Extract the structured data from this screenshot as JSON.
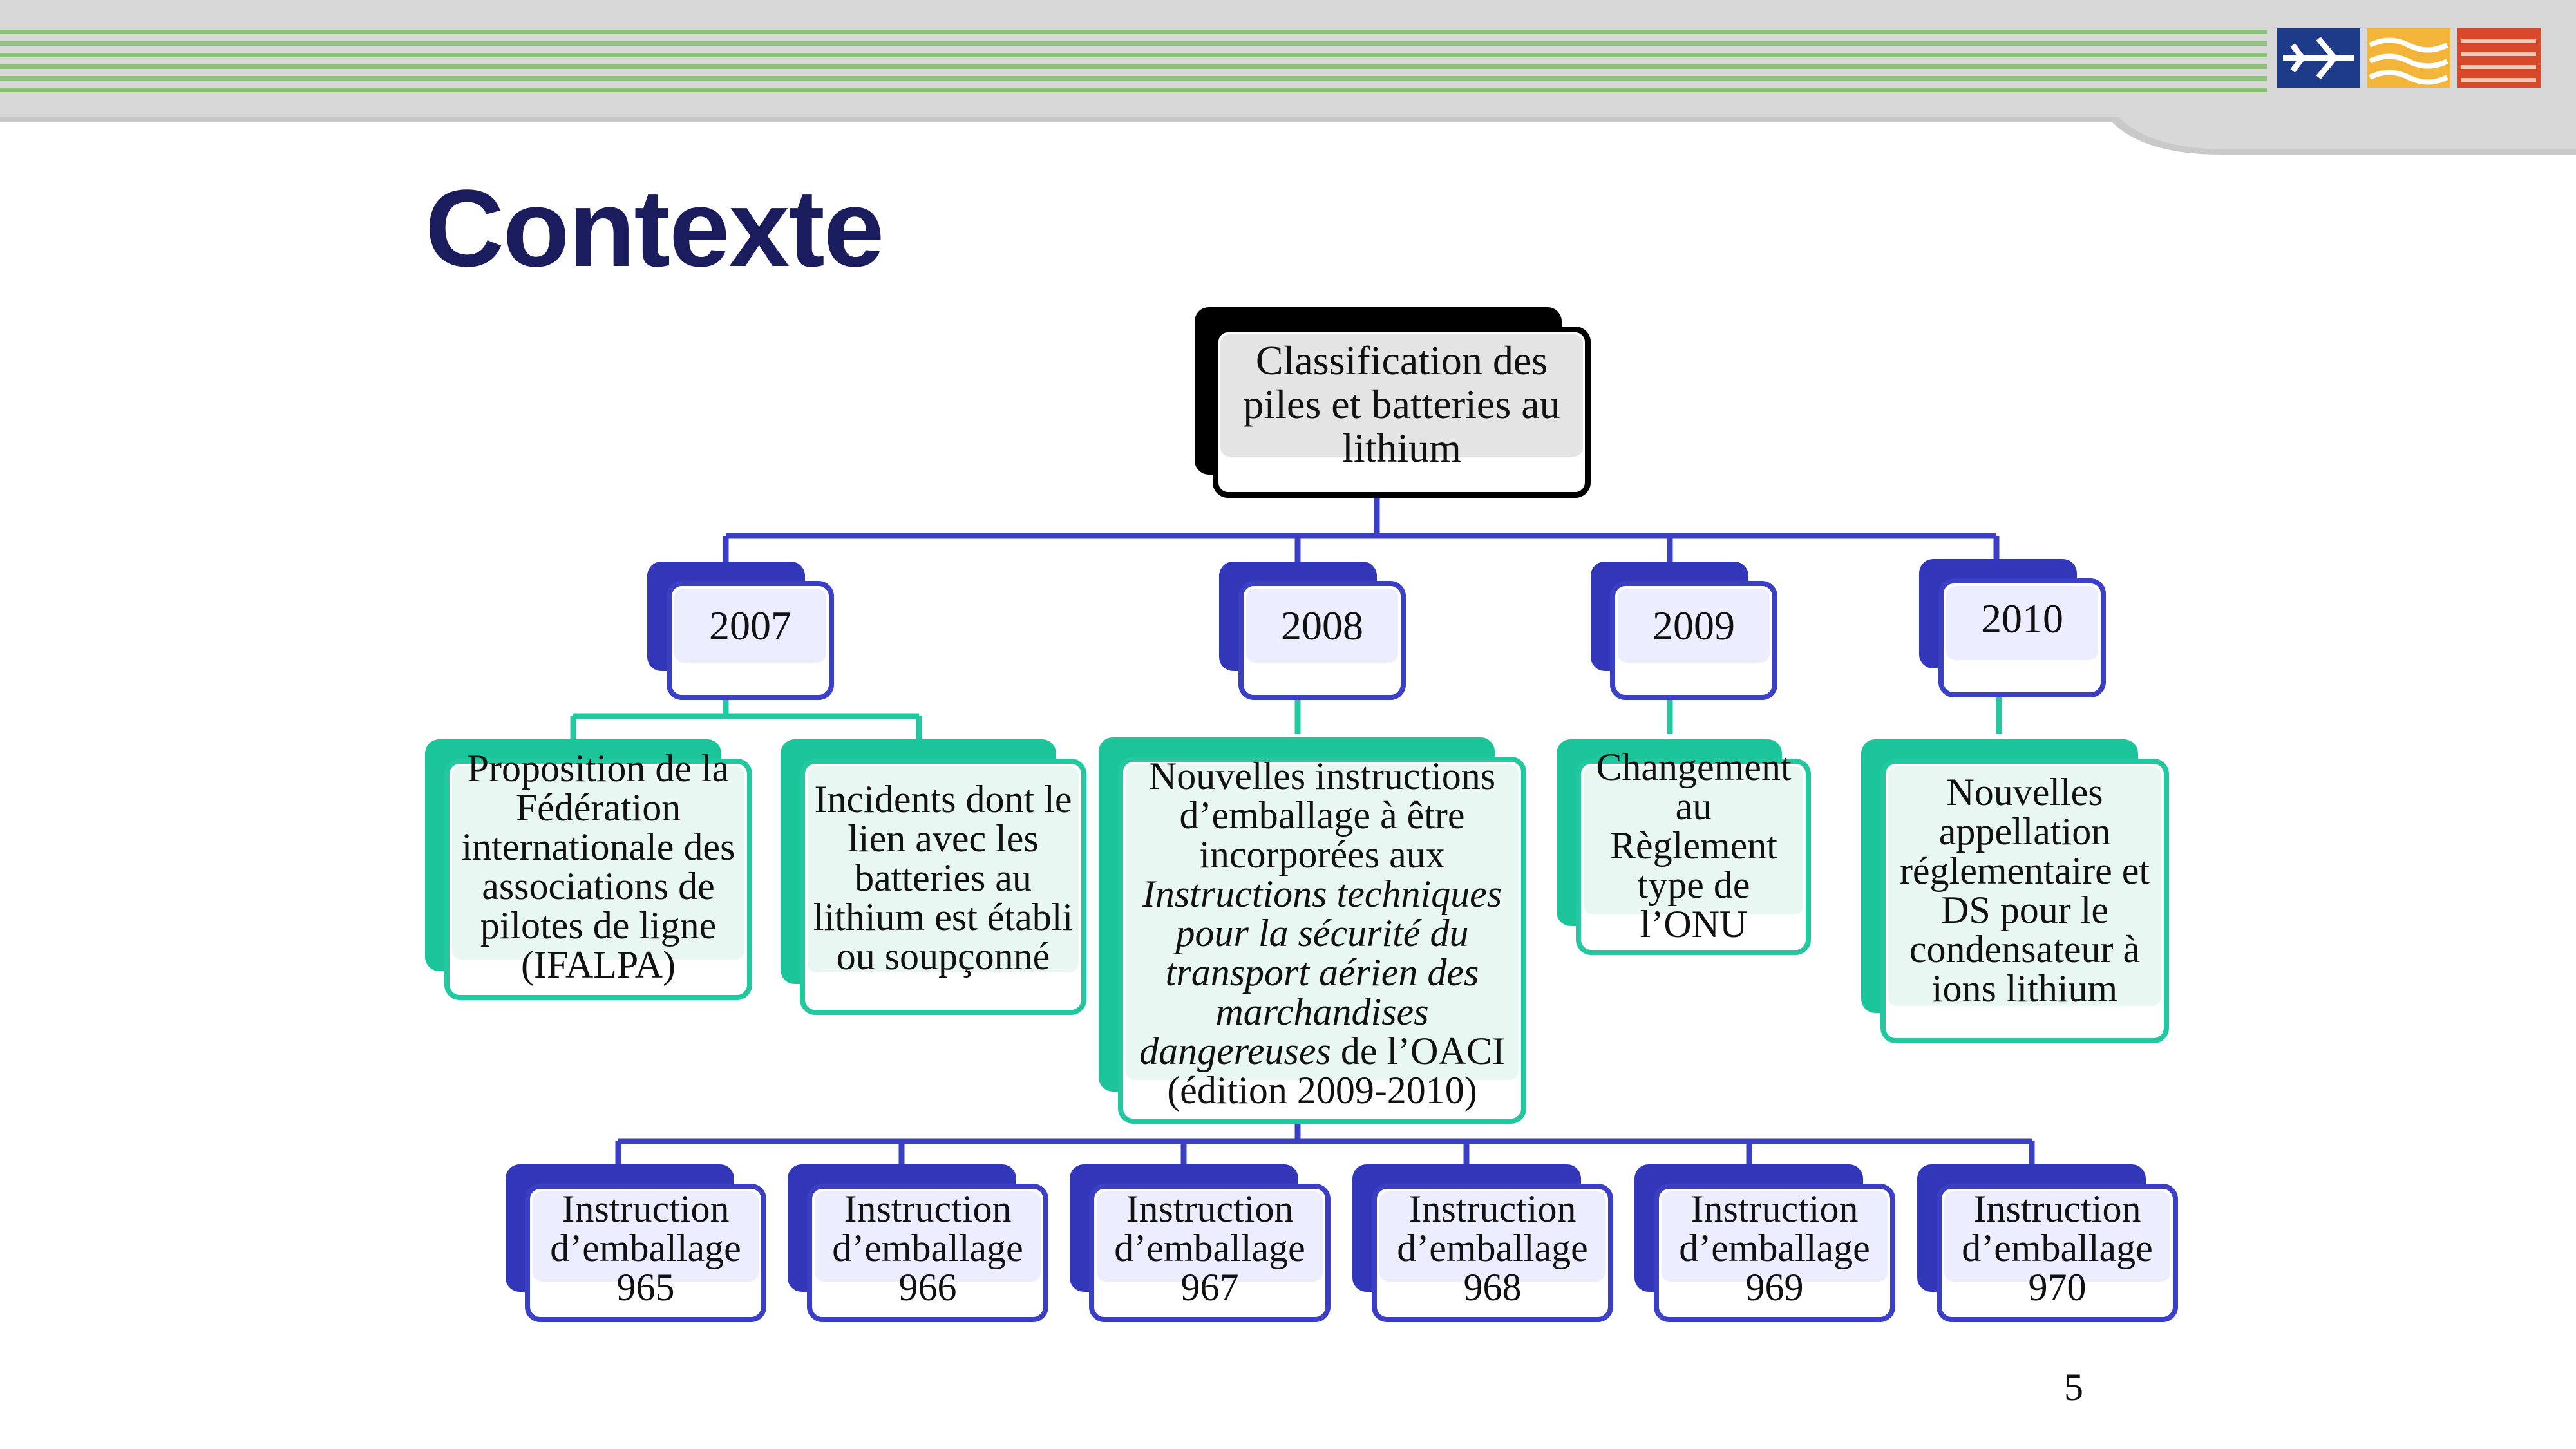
{
  "slide": {
    "title": "Contexte",
    "page_number": "5"
  },
  "colors": {
    "title": "#1a1c5e",
    "year_border": "#3a3fc4",
    "year_fill": "#eceeff",
    "green_border": "#22c8a0",
    "green_fill": "#e8f7f1",
    "root_border": "#000000",
    "root_fill": "#e4e4e4"
  },
  "diagram": {
    "root": "Classification des piles et batteries au lithium",
    "years": [
      "2007",
      "2008",
      "2009",
      "2010"
    ],
    "notes_2007": [
      "Proposition de la Fédération internationale des associations de pilotes de ligne (IFALPA)",
      "Incidents dont le lien avec les batteries au lithium est établi ou soupçonné"
    ],
    "note_2008": {
      "before": "Nouvelles instructions d’emballage à être incorporées aux ",
      "italic": "Instructions techniques pour la sécurité du transport aérien des marchandises dangereuses",
      "after": " de l’OACI (édition 2009-2010)"
    },
    "note_2009": "Changement au Règlement type de l’ONU",
    "note_2010": "Nouvelles appellation réglementaire et DS pour le condensateur à ions lithium",
    "packing_instructions": [
      "Instruction d’emballage 965",
      "Instruction d’emballage 966",
      "Instruction d’emballage 967",
      "Instruction d’emballage 968",
      "Instruction d’emballage 969",
      "Instruction d’emballage 970"
    ]
  },
  "logo": {
    "icon": "organisation-logo-icon"
  }
}
